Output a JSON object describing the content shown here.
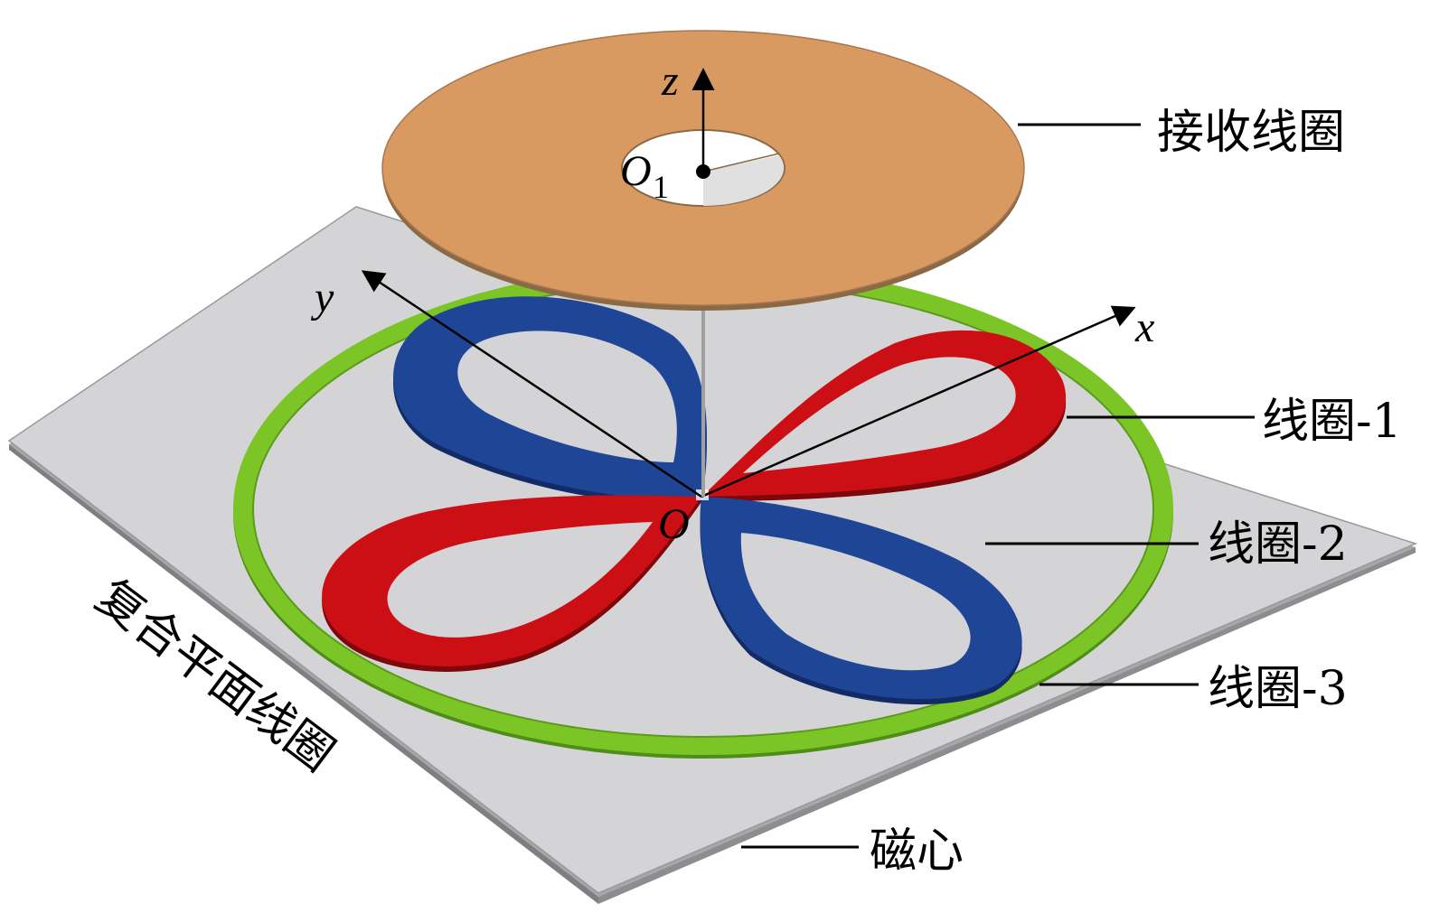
{
  "components": {
    "receiver_coil": "接收线圈",
    "coil_1": "线圈-1",
    "coil_2": "线圈-2",
    "coil_3": "线圈-3",
    "magnetic_core": "磁心",
    "composite_planar_coil": "复合平面线圈"
  },
  "axes": {
    "z": "z",
    "y": "y",
    "x": "x",
    "origin": "O",
    "receiver_center": "O",
    "receiver_center_sub": "1"
  },
  "colors": {
    "receiver": "#d99a62",
    "coil_1_red": "#cc0f14",
    "coil_2_blue": "#1f4597",
    "coil_3_green": "#7cc526",
    "core_gray": "#d4d4d6"
  }
}
